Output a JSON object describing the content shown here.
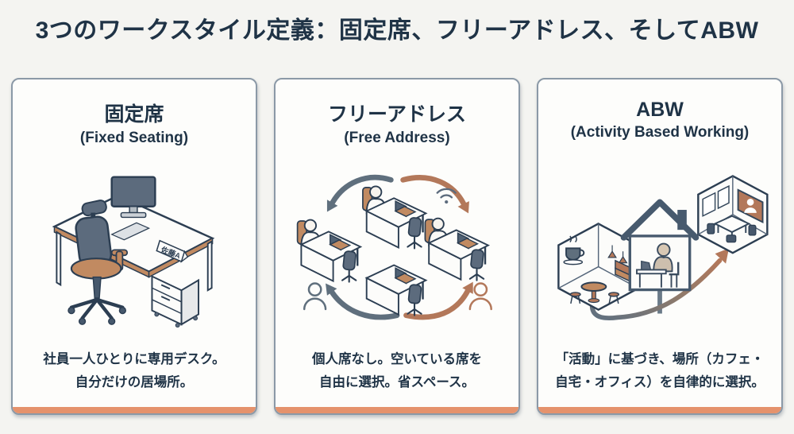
{
  "page": {
    "title": "3つのワークスタイル定義：固定席、フリーアドレス、そしてABW"
  },
  "colors": {
    "title_text": "#1f3346",
    "page_background": "#f4f4f1",
    "card_border": "#8b99a7",
    "card_background": "#fdfdfb",
    "accent_bar": "#e5926c",
    "outline_navy": "#2c3e52",
    "slate": "#5c6b7d",
    "tan": "#c18a61",
    "copper": "#b3785a"
  },
  "cards": [
    {
      "title_ja": "固定席",
      "title_en": "(Fixed Seating)",
      "nameplate_text": "佐藤A",
      "caption_line1": "社員一人ひとりに専用デスク。",
      "caption_line2": "自分だけの居場所。",
      "illustration": "dedicated-desk-with-office-chair-monitor-and-nameplate"
    },
    {
      "title_ja": "フリーアドレス",
      "title_en": "(Free Address)",
      "caption_line1": "個人席なし。空いている席を",
      "caption_line2": "自由に選択。省スペース。",
      "illustration": "shared-desks-with-rotation-arrows-wifi-and-waiting-people"
    },
    {
      "title_ja": "ABW",
      "title_en": "(Activity Based Working)",
      "caption_line1": "「活動」に基づき、場所（カフェ・",
      "caption_line2": "自宅・オフィス）を自律的に選択。",
      "illustration": "cafe-home-office-locations-linked-by-flow-arrow"
    }
  ]
}
